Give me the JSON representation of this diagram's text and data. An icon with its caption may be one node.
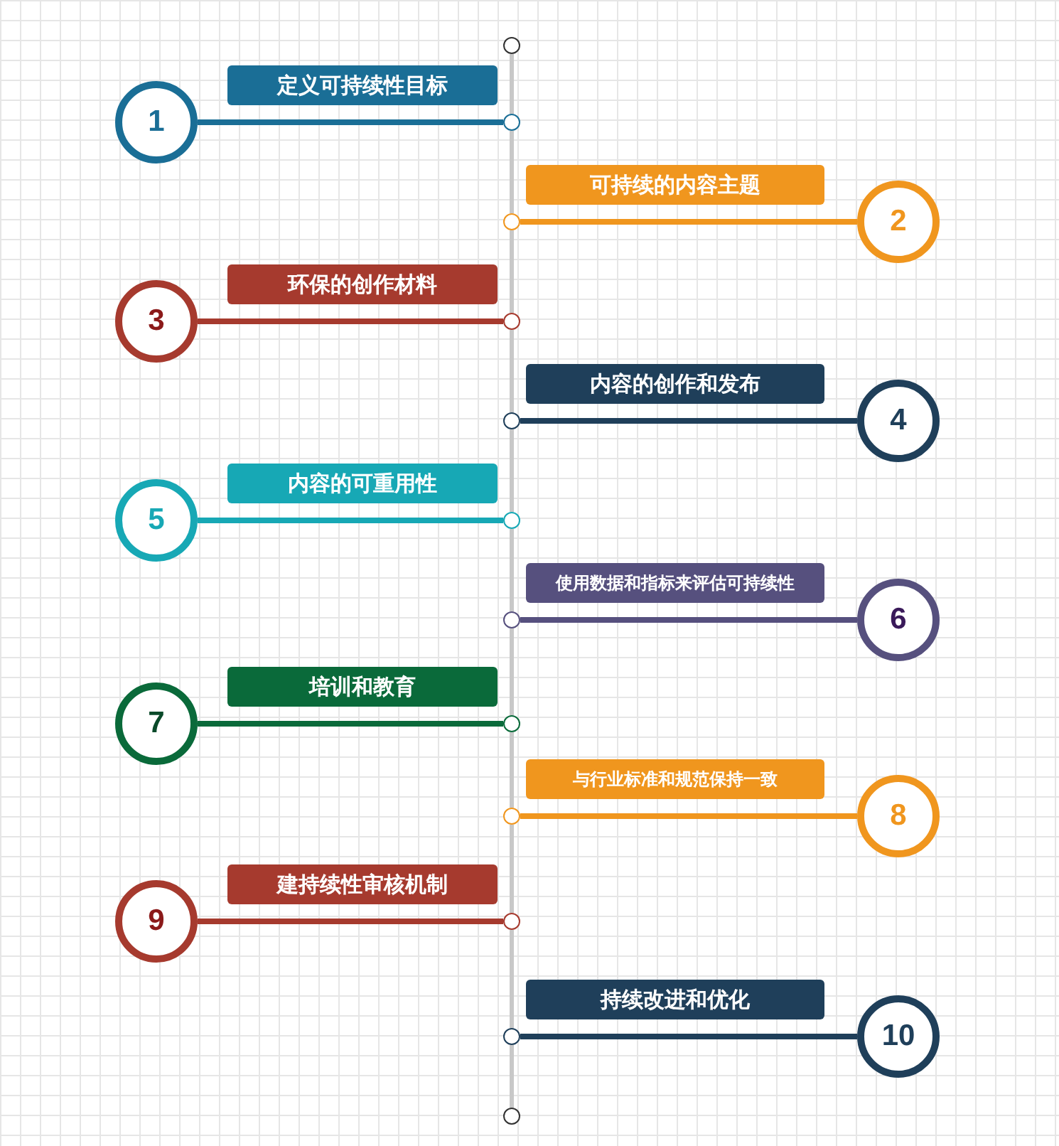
{
  "diagram": {
    "nodes": [
      {
        "text": [],
        "shape": "circle"
      },
      {
        "text": [
          "定义可持续性目标"
        ]
      },
      {
        "text": [
          "1"
        ]
      },
      {
        "text": [],
        "shape": "circle"
      },
      {
        "text": [
          "可持续的内容主题"
        ]
      },
      {
        "text": [
          "2"
        ]
      },
      {
        "text": [],
        "shape": "circle"
      },
      {
        "text": [
          "环保的创作材料"
        ]
      },
      {
        "text": [
          "3"
        ]
      },
      {
        "text": [],
        "shape": "circle"
      },
      {
        "text": [
          "内容的创作和发布"
        ]
      },
      {
        "text": [
          "4"
        ]
      },
      {
        "text": [],
        "shape": "circle"
      },
      {
        "text": [
          "内容的可重用性"
        ]
      },
      {
        "text": [
          "5"
        ]
      },
      {
        "text": [],
        "shape": "circle"
      },
      {
        "text": [
          "使用数据和指标来评估可持续性"
        ]
      },
      {
        "text": [
          "6"
        ]
      },
      {
        "text": [],
        "shape": "circle"
      },
      {
        "text": [
          "培训和教育"
        ]
      },
      {
        "text": [
          "7"
        ]
      },
      {
        "text": [],
        "shape": "circle"
      },
      {
        "text": [
          "与行业标准和规范保持一致"
        ]
      },
      {
        "text": [
          "8"
        ]
      },
      {
        "text": [],
        "shape": "circle"
      },
      {
        "text": [
          "建持续性审核机制"
        ]
      },
      {
        "text": [
          "9"
        ]
      },
      {
        "text": [],
        "shape": "circle"
      },
      {
        "text": [
          "持续改进和优化"
        ]
      },
      {
        "text": [
          "10"
        ]
      },
      {
        "text": [],
        "shape": "circle"
      },
      {
        "text": [],
        "shape": "circle"
      }
    ],
    "edges": [
      {
        "from": 2,
        "to": 3,
        "arrow": "none",
        "color": "#1a6e96"
      },
      {
        "from": 5,
        "to": 6,
        "arrow": "none",
        "color": "#f0961e"
      },
      {
        "from": 8,
        "to": 9,
        "arrow": "none",
        "color": "#a63a2e"
      },
      {
        "from": 11,
        "to": 12,
        "arrow": "none",
        "color": "#1f3f5a"
      },
      {
        "from": 14,
        "to": 15,
        "arrow": "none",
        "color": "#17a8b5"
      },
      {
        "from": 17,
        "to": 18,
        "arrow": "none",
        "color": "#56507e"
      },
      {
        "from": 20,
        "to": 21,
        "arrow": "none",
        "color": "#0a6a3a"
      },
      {
        "from": 23,
        "to": 24,
        "arrow": "none",
        "color": "#f0961e"
      },
      {
        "from": 26,
        "to": 27,
        "arrow": "none",
        "color": "#a63a2e"
      },
      {
        "from": 29,
        "to": 30,
        "arrow": "none",
        "color": "#1f3f5a"
      },
      {
        "from": 0,
        "to": 3,
        "arrow": "none"
      },
      {
        "from": 3,
        "to": 6,
        "arrow": "none"
      },
      {
        "from": 6,
        "to": 9,
        "arrow": "none"
      },
      {
        "from": 9,
        "to": 12,
        "arrow": "none"
      },
      {
        "from": 12,
        "to": 15,
        "arrow": "none"
      },
      {
        "from": 15,
        "to": 18,
        "arrow": "none"
      },
      {
        "from": 18,
        "to": 21,
        "arrow": "none"
      },
      {
        "from": 21,
        "to": 24,
        "arrow": "none"
      },
      {
        "from": 24,
        "to": 27,
        "arrow": "none"
      },
      {
        "from": 27,
        "to": 30,
        "arrow": "none"
      },
      {
        "from": 30,
        "to": 31,
        "arrow": "none"
      }
    ]
  }
}
